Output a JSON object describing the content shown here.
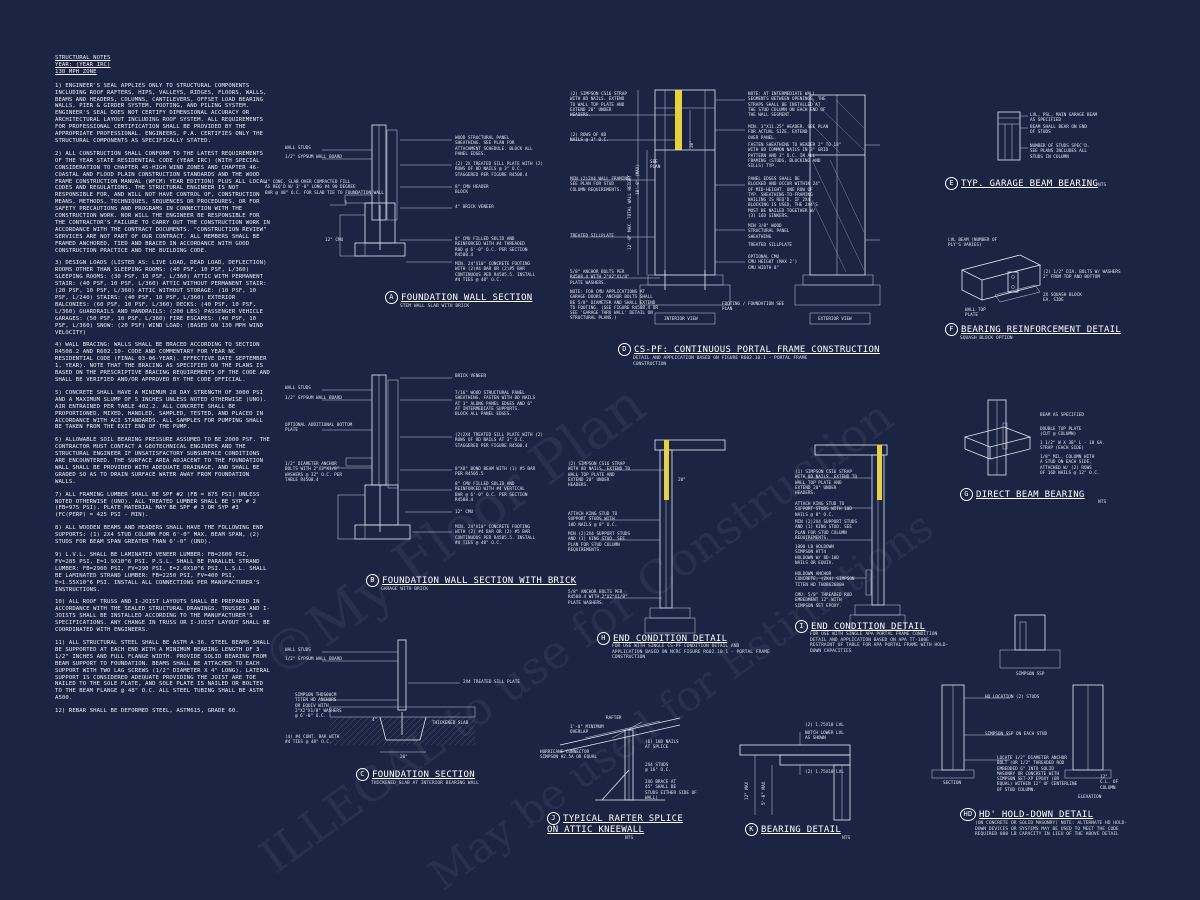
{
  "notes": {
    "header": [
      "STRUCTURAL NOTES",
      "YEAR: (YEAR IRC)",
      "130 mph ZONE"
    ],
    "paragraphs": [
      "1) ENGINEER'S SEAL APPLIES ONLY TO STRUCTURAL COMPONENTS INCLUDING ROOF RAFTERS, HIPS, VALLEYS, RIDGES, FLOORS, WALLS, BEAMS AND HEADERS, COLUMNS, CANTILEVERS, OFFSET LOAD BEARING WALLS, PIER & GIRDER SYSTEM, FOOTING, AND PILING SYSTEM. ENGINEER'S SEAL DOES NOT CERTIFY DIMENSIONAL ACCURACY OR ARCHITECTURAL LAYOUT INCLUDING ROOF SYSTEM. ALL REQUIREMENTS FOR PROFESSIONAL CERTIFICATION SHALL BE PROVIDED BY THE APPROPRIATE PROFESSIONAL. ENGINEERS, P.A. CERTIFIES ONLY THE STRUCTURAL COMPONENTS AS SPECIFICALLY STATED.",
      "2) ALL CONSTRUCTION SHALL CONFORM TO THE LATEST REQUIREMENTS OF THE YEAR STATE RESIDENTIAL CODE (YEAR IRC) (WITH SPECIAL CONSIDERATION TO CHAPTER 45-HIGH WIND ZONES AND CHAPTER 46-COASTAL AND FLOOD PLAIN CONSTRUCTION STANDARDS AND THE WOOD FRAME CONSTRUCTION MANUAL (WFCM) YEAR EDITION) PLUS ALL LOCAL CODES AND REGULATIONS. THE STRUCTURAL ENGINEER IS NOT RESPONSIBLE FOR, AND WILL NOT HAVE CONTROL OF, CONSTRUCTION MEANS, METHODS, TECHNIQUES, SEQUENCES OR PROCEDURES, OR FOR SAFETY PRECAUTIONS AND PROGRAMS IN CONNECTION WITH THE CONSTRUCTION WORK. NOR WILL THE ENGINEER BE RESPONSIBLE FOR THE CONTRACTOR'S FAILURE TO CARRY OUT THE CONSTRUCTION WORK IN ACCORDANCE WITH THE CONTRACT DOCUMENTS. \"CONSTRUCTION REVIEW\" SERVICES ARE NOT PART OF OUR CONTRACT. ALL MEMBERS SHALL BE FRAMED ANCHORED, TIED AND BRACED IN ACCORDANCE WITH GOOD CONSTRUCTION PRACTICE AND THE BUILDING CODE.",
      "3) DESIGN LOADS (LISTED AS: LIVE LOAD, DEAD LOAD, DEFLECTION) ROOMS OTHER THAN SLEEPING ROOMS: (40 PSF, 10 PSF, L/360) SLEEPING ROOMS: (30 PSF, 10 PSF, L/360) ATTIC WITH PERMANENT STAIR: (40 PSF, 10 PSF, L/360) ATTIC WITHOUT PERMANENT STAIR: (20 PSF, 10 PSF, L/360) ATTIC WITHOUT STORAGE: (10 PSF, 10 PSF, L/240) STAIRS: (40 PSF, 10 PSF, L/360) EXTERIOR BALCONIES: (60 PSF, 10 PSF, L/360) DECKS: (40 PSF, 10 PSF, L/360) GUARDRAILS AND HANDRAILS: (200 LBS) PASSENGER VEHICLE GARAGES: (50 PSF, 10 PSF, L/360) FIRE ESCAPES: (40 PSF, 10 PSF, L/360) SNOW: (20 PSF) WIND LOAD: (BASED ON 130 MPH WIND VELOCITY)",
      "4) WALL BRACING: WALLS SHALL BE BRACED ACCORDING TO SECTION R4508.2 AND R602.10- CODE AND COMMENTARY FOR YEAR NC RESIDENTIAL CODE (FINAL 03-06-YEAR). EFFECTIVE DATE SEPTEMBER 1, YEAR). NOTE THAT THE BRACING AS SPECIFIED ON THE PLANS IS BASED ON THE PRESCRIPTIVE BRACING REQUIREMENTS OF THE CODE AND SHALL BE VERIFIED AND/OR APPROVED BY THE CODE OFFICIAL.",
      "5) CONCRETE SHALL HAVE A MINIMUM 28 DAY STRENGTH OF 3000 PSI AND A MAXIMUM SLUMP OF 5 INCHES UNLESS NOTED OTHERWISE (UNO). AIR ENTRAINED PER TABLE 402.2. ALL CONCRETE SHALL BE PROPORTIONED, MIXED, HANDLED, SAMPLED, TESTED, AND PLACED IN ACCORDANCE WITH ACI STANDARDS. ALL SAMPLES FOR PUMPING SHALL BE TAKEN FROM THE EXIT END OF THE PUMP.",
      "6) ALLOWABLE SOIL BEARING PRESSURE ASSUMED TO BE 2000 PSF. THE CONTRACTOR MUST CONTACT A GEOTECHNICAL ENGINEER AND THE STRUCTURAL ENGINEER IF UNSATISFACTORY SUBSURFACE CONDITIONS ARE ENCOUNTERED. THE SURFACE AREA ADJACENT TO THE FOUNDATION WALL SHALL BE PROVIDED WITH ADEQUATE DRAINAGE, AND SHALL BE GRADED SO AS TO DRAIN SURFACE WATER AWAY FROM FOUNDATION WALLS.",
      "7) ALL FRAMING LUMBER SHALL BE SPF #2 (Fb = 875 PSI) UNLESS NOTED OTHERWISE (UNO). ALL TREATED LUMBER SHALL BE SYP # 2 (Fb=975 PSI). PLATE MATERIAL MAY BE SPF # 3 OR SYP #3 (Fc(perp) = 425 PSI - MIN).",
      "8) ALL WOODEN BEAMS AND HEADERS SHALL HAVE THE FOLLOWING END SUPPORTS: (1) 2x4 STUD COLUMN FOR 6'-0\" MAX. BEAM SPAN, (2) STUDS FOR BEAM SPAN GREATER THAN 6'-0\" (UNO).",
      "9) L.V.L. SHALL BE LAMINATED VENEER LUMBER: Fb=2600 PSI, Fv=285 PSI, E=1.9x10^6 PSI. P.S.L. SHALL BE PARALLEL STRAND LUMBER: Fb=2900 PSI, Fv=290 PSI, E=2.0x10^6 PSI. L.S.L. SHALL BE LAMINATED STRAND LUMBER: Fb=2250 PSI, Fv=400 PSI, E=1.55x10^6 PSI. INSTALL ALL CONNECTIONS PER MANUFACTURER'S INSTRUCTIONS.",
      "10) ALL ROOF TRUSS AND I-JOIST LAYOUTS SHALL BE PREPARED IN ACCORDANCE WITH THE SEALED STRUCTURAL DRAWINGS. TRUSSES AND I-JOISTS SHALL BE INSTALLED ACCORDING TO THE MANUFACTURER'S SPECIFICATIONS. ANY CHANGE IN TRUSS OR I-JOIST LAYOUT SHALL BE COORDINATED WITH ENGINEERS.",
      "11) ALL STRUCTURAL STEEL SHALL BE ASTM A-36. STEEL BEAMS SHALL BE SUPPORTED AT EACH END WITH A MINIMUM BEARING LENGTH OF 3 1/2\" INCHES AND FULL FLANGE WIDTH. PROVIDE SOLID BEARING FROM BEAM SUPPORT TO FOUNDATION. BEAMS SHALL BE ATTACHED TO EACH SUPPORT WITH TWO LAG SCREWS (1/2\" DIAMETER x 4\" LONG). LATERAL SUPPORT IS CONSIDERED ADEQUATE PROVIDING THE JOIST ARE TOE NAILED TO THE SOLE PLATE, AND SOLE PLATE IS NAILED OR BOLTED TO THE BEAM FLANGE @ 48\" O.C. ALL STEEL TUBING SHALL BE ASTM A500.",
      "12) REBAR SHALL BE DEFORMED STEEL, ASTM615, GRADE 60."
    ]
  },
  "details": {
    "A": {
      "tag": "A",
      "title": "FOUNDATION WALL SECTION",
      "sub": "STEM WALL SLAB WITH BRICK"
    },
    "B": {
      "tag": "B",
      "title": "FOUNDATION WALL SECTION WITH BRICK",
      "sub": "GARAGE WITH BRICK"
    },
    "C": {
      "tag": "C",
      "title": "FOUNDATION SECTION",
      "sub": "THICKENED SLAB AT INTERIOR BEARING WALL"
    },
    "D": {
      "tag": "D",
      "title": "CS-PF: CONTINUOUS PORTAL FRAME CONSTRUCTION",
      "sub": "DETAIL AND APPLICATION BASED ON FIGURE R602.10.1 - PORTAL FRAME CONSTRUCTION"
    },
    "E": {
      "tag": "E",
      "title": "TYP. GARAGE BEAM BEARING",
      "sub": "NTS"
    },
    "F": {
      "tag": "F",
      "title": "BEARING REINFORCEMENT DETAIL",
      "sub": "SQUASH BLOCK OPTION"
    },
    "G": {
      "tag": "G",
      "title": "DIRECT BEAM BEARING",
      "sub": "NTS"
    },
    "H": {
      "tag": "H",
      "title": "END CONDITION DETAIL",
      "sub": "FOR USE WITH SINGLE CS-PF CONDITION DETAIL AND APPLICATION BASED ON NCRC FIGURE R602.10.1 - PORTAL FRAME CONSTRUCTION"
    },
    "I": {
      "tag": "I",
      "title": "END CONDITION DETAIL",
      "sub": "FOR USE WITH SINGLE APA PORTAL FRAME CONDITION DETAIL AND APPLICATION BASED ON APA TT-100E RESTRAINT OF TABLE FOR APA PORTAL FRAME WITH HOLD-DOWN CAPACITIES"
    },
    "J": {
      "tag": "J",
      "title": "TYPICAL RAFTER SPLICE ON ATTIC KNEEWALL",
      "sub": "NTS"
    },
    "K": {
      "tag": "K",
      "title": "BEARING DETAIL",
      "sub": "NTS"
    },
    "HD": {
      "tag": "HD",
      "title": "HD' HOLD-DOWN DETAIL",
      "sub": "(ON CONCRETE OR SOLID MASONRY) NOTE: ALTERNATE HD HOLD-DOWN DEVICES OR SYSTEMS MAY BE USED TO MEET THE CODE REQUIRED 800 LB CAPACITY IN LIEU OF THE ABOVE DETAIL"
    }
  },
  "callouts": {
    "a": [
      "WALL STUDS",
      "1/2\" GYPSUM WALL BOARD",
      "4\" CONC. SLAB OVER COMPACTED FILL\nAS REQ'D W/ 3'-0\" LONG #4 90 DEGREE\nBAR @ 48\" O.C. FOR SLAB TIE TO FOUNDATION WALL",
      "12\" CMU",
      "WOOD STRUCTURAL PANEL\nSHEATHING. SEE PLAN FOR\nATTACHMENT SCHEDULE. BLOCK ALL\nPANEL EDGES.",
      "(2) 2x TREATED SILL PLATE WITH (2)\nROWS OF 8d NAILS @ 3\" O.C.\nSTAGGERED PER FIGURE R4508.4",
      "8\" CMU HEADER\nBLOCK",
      "4\" BRICK VENEER",
      "8\" CMU FILLED SOLID AND\nREINFORCED WITH #4 THREADED\nROD @ 6'-0\" O.C. PER SECTION\nR4508.4",
      "MIN. 24\"x10\" CONCRETE FOOTING\nWITH (2)#4 BAR OR (2)#5 BAR\nCONTINUOUS PER R4505.5. INSTALL\n#4 TIES @ 48\" O.C."
    ],
    "b": [
      "WALL STUDS",
      "1/2\" GYPSUM WALL BOARD",
      "OPTIONAL ADDITIONAL BOTTOM\nPLATE",
      "1/2\" DIAMETER ANCHOR\nBOLTS WITH 2\"x2\"x1/8\"\nWASHERS @ 32\" O.C. PER\nTABLE R4508.4",
      "BRICK VENEER",
      "7/16\" WOOD STRUCTURAL PANEL\nSHEATHING. FASTEN WITH 8d NAILS\nAT 3\" ALONG PANEL EDGES AND 6\"\nAT INTERMEDIATE SUPPORTS.\nBLOCK ALL PANEL EDGES.",
      "(2)2x4 TREATED SILL PLATE WITH (2)\nROWS OF 8d NAILS AT 3\" O.C.\nSTAGGERED PER FIGURE R4508.4",
      "8\"x8\" BOND BEAM WITH (1) #5 BAR\nPER R4505.5",
      "8\" CMU FILLED SOLID AND\nREINFORCED WITH #4 VERTICAL\nBAR @ 6'-0\" O.C. PER SECTION\nR4508.4",
      "12\" CMU",
      "MIN. 24\"x10\" CONCRETE FOOTING\nWITH (2) #4 BAR OR (2) #5 BAR\nCONTINUOUS PER R4505.5. INSTALL\n#4 TIES @ 48\" O.C."
    ],
    "c": [
      "WALL STUDS",
      "1/2\" GYPSUM WALL BOARD",
      "2x4 TREATED SILL PLATE",
      "SIMPSON THDS00CM\nTITEN HD ANCHORS\nOR EQUIV WITH\n2\"x2\"x1/8\" WASHERS\n@ 6'-0\" O.C.",
      "(4) #4 CONT. BAR WITH\n#4 TIES @ 48\" O.C.",
      "THICKENED SLAB",
      "4\"",
      "20\""
    ],
    "d": [
      "(2) SIMPSON CS16 STRAP\nWITH 8d NAILS. EXTEND\nTO WALL TOP PLATE AND\nEXTEND 20\" UNDER\nHEADERS.",
      "(2) ROWS OF 8d\nNAILS @ 3\" O.C.",
      "SEE\nPLAN",
      "MIN (2)2x4 WALL FRAMING.\nSEE PLAN FOR STUD\nCOLUMN REQUIREMENTS.",
      "TREATED SILLPLATE",
      "5/8\" ANCHOR BOLTS PER\nR4508.4 WITH 2\"x2\"x1/8\"\nPLATE WASHERS.",
      "NOTE: FOR CMU APPLICATIONS AT\nGARAGE DOORS, ANCHOR BOLTS SHALL\nBE 5/8\" DIAMETER AND SHALL EXTEND\nTO FOOTING. (SEE FIGURE R4508.4 OR\nSEE 'GARAGE THRU WALL' DETAIL ON\nSTRUCTURAL PLANS.)",
      "NOTE: AT INTERMEDIATE WALL\nSEGMENTS BETWEEN OPENINGS, THE\nSTRAPS SHALL BE INSTALLED AT\nTHE STUD COLUMN ON EACH END OF\nTHE WALL SEGMENT.",
      "MIN. 3\"x11.25\" HEADER. SEE PLAN\nFOR ACTUAL SIZE. EXTEND\nOVER PANEL.",
      "FASTEN SHEATHING TO HEADER\nWITH 8d COMMON NAILS IN 3\" GRID\nPATTERN AND 3\" O.C. IN ALL\nFRAMING (STUDS, BLOCKING AND\nSILLS) TYP.",
      "PANEL EDGES SHALL BE\nBLOCKED AND OCCUR WITHIN 24\"\nOF MID-HEIGHT. ONE ROW OF\nTYP. SHEATHING-TO-FRAMING\nNAILING IS REQ'D. IF 2x4\nBLOCKING IS USED, THE 2x4'S\nMUST BE NAILED TOGETHER W/\n(3) 16d SINKERS.",
      "MIN 3/8\" WOOD\nSTRUCTURAL PANEL\nSHEATHING",
      "TREATED SILLPLATE",
      "OPTIONAL CMU\nCMU HEIGHT (MAX 2')\nCMU WIDTH 8\"",
      "FOOTING / FOUNDATION SEE\nPLAN",
      "INTERIOR VIEW",
      "EXTERIOR VIEW",
      "2\" TO 18\"",
      "10'-0\" (MAX)",
      "12'-0\" MAX. TOTAL WALL HEIGHT",
      "20\""
    ],
    "e": [
      "LVL, PSL, MAIN GARAGE BEAM\nAS SPECIFIED",
      "BEAM SHALL BEAR ON END\nOF STUDS",
      "NUMBER OF STUDS SPEC'D.\nSEE PLANS INCLUDES ALL\nSTUDS IN COLUMN"
    ],
    "f": [
      "LVL BEAM (NUMBER OF\nPLY'S VARIES)",
      "(2) 1/2\" DIA. BOLTS W/ WASHERS\n2\" FROM TOP AND BOTTOM",
      "2x SQUASH BLOCK\nEA. SIDE",
      "WALL TOP\nPLATE"
    ],
    "g": [
      "BEAM AS SPECIFIED",
      "DOUBLE TOP PLATE\n(CUT @ COLUMN)",
      "1 1/2\" W x 38\" L - 18 GA.\nSTRAP (EACH SIDE)",
      "1/8\" MIL. COLUMN WITH\nA STUD ON EACH SIDE,\nATTACHED W/ (2) ROWS\nOF 16d NAILS @ 12\" O.C."
    ],
    "h": [
      "(2) SIMPSON CS16 STRAP\nWITH 8d NAILS. EXTEND TO\nWALL TOP PLATE AND\nEXTEND 20\" UNDER\nHEADERS.",
      "ATTACH KING STUD TO\nSUPPORT STUDS WITH\n10d NAILS @ 8\" O.C.",
      "MIN (2)2x4 SUPPORT STUDS\nAND (1) KING STUD. SEE\nPLAN FOR STUD COLUMN\nREQUIREMENTS.",
      "5/8\" ANCHOR BOLTS PER\nR4508.4 WITH 2\"x2\"x1/8\"\nPLATE WASHERS.",
      "20\""
    ],
    "i": [
      "(1) SIMPSON CS16 STRAP\nWITH 8d NAILS. EXTEND TO\nWALL TOP PLATE AND\nEXTEND 20\" UNDER\nHEADERS.",
      "ATTACH KING STUD TO\nSUPPORT STUDS WITH 10d\nNAILS @ 8\" O.C.",
      "MIN (2)2x4 SUPPORT STUDS\nAND (1) KING STUD. SEE\nPLAN FOR STUD COLUMN\nREQUIREMENTS.",
      "1000 LB HOLDOWN\nSIMPSON HTT4\nHOLDOWN W/ 8d-10d\nNAILS OR EQUIV.",
      "HOLDOWN ANCHOR\nCONCRETE, (2x4) SIMPSON\nTITEN HD THDB62600H",
      "CMU: 5/8\" THREADED ROD\nEMBEDMENT 12\" WITH\nSIMPSON SET EPOXY."
    ],
    "j": [
      "RAFTER",
      "1'-0\" MINIMUM\nOVERLAP",
      "HURRICANE CONNECTOR\nSIMPSON H2.5A OR EQUAL",
      "(6) 10d NAILS\nAT SPLICE",
      "2x4 STUDS\n@ 16\" O.C.",
      "2x6 BRACE AT\n45° SHALL BE\nSTUDS EITHER SIDE OF\nWALL)"
    ],
    "k": [
      "(2) 1.75x18 LVL",
      "NOTCH LOWER LVL\nAS SHOWN",
      "(2) 1.75x18 LVL",
      "12\" MAX",
      "5'-0\" MAX"
    ],
    "hd": [
      "SIMPSON SSP",
      "HD LOCATION (2) STUDS",
      "SIMPSON SSP ON EACH STUD",
      "LOCATE 1/2\" DIAMETER ANCHOR\nBOLT (OR 1/2\" THREADED ROD\nEMBEDDED 6\" INTO SOLID\nMASONRY OR CONCRETE WITH\nSIMPSON SET-XP EPOXY (OR\nEQUAL) WITHIN 12\" OF CENTERLINE\nOF STUD COLUMN.",
      "SECTION",
      "ELEVATION",
      "12\"\nC.L. OF\nCOLUMN"
    ]
  },
  "watermark": [
    "©My Floor Plan",
    "ILLEGAL to use for Construction",
    "May be used for Estimations"
  ],
  "colors": {
    "background": "#1c2444",
    "linework": "#e6e9f2",
    "strap": "#e8d23a"
  }
}
